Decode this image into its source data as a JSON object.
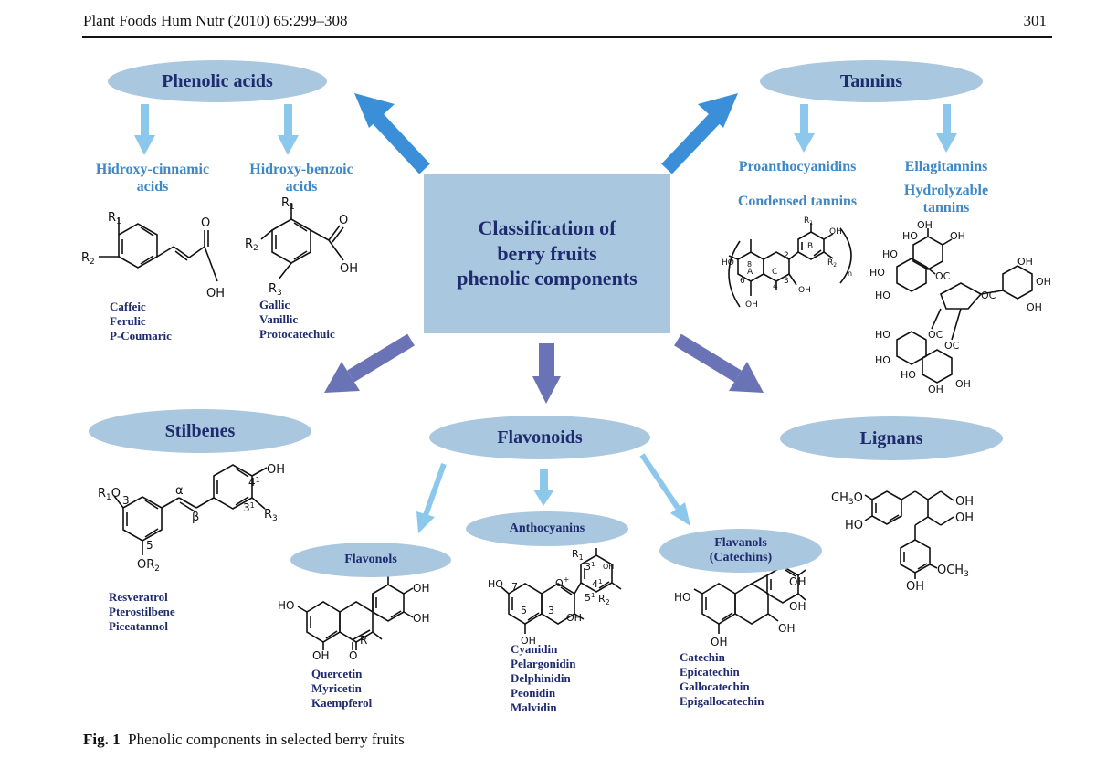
{
  "header": {
    "journal": "Plant Foods Hum Nutr (2010) 65:299–308",
    "page_number": "301"
  },
  "center": {
    "line1": "Classification of",
    "line2": "berry fruits",
    "line3": "phenolic components"
  },
  "categories": {
    "phenolic_acids": "Phenolic acids",
    "tannins": "Tannins",
    "stilbenes": "Stilbenes",
    "flavonoids": "Flavonoids",
    "lignans": "Lignans"
  },
  "subgroups": {
    "hydroxy_cinnamic_line1": "Hidroxy-cinnamic",
    "hydroxy_cinnamic_line2": "acids",
    "hydroxy_benzoic_line1": "Hidroxy-benzoic",
    "hydroxy_benzoic_line2": "acids",
    "proanthocyanidins": "Proanthocyanidins",
    "condensed_tannins": "Condensed tannins",
    "ellagitannins": "Ellagitannins",
    "hydrolyzable_line1": "Hydrolyzable",
    "hydrolyzable_line2": "tannins",
    "flavonols": "Flavonols",
    "anthocyanins": "Anthocyanins",
    "flavanols_line1": "Flavanols",
    "flavanols_line2": "(Catechins)"
  },
  "examples": {
    "cinnamic": [
      "Caffeic",
      "Ferulic",
      "P-Coumaric"
    ],
    "benzoic": [
      "Gallic",
      "Vanillic",
      "Protocatechuic"
    ],
    "stilbenes": [
      "Resveratrol",
      "Pterostilbene",
      "Piceatannol"
    ],
    "flavonols": [
      "Quercetin",
      "Myricetin",
      "Kaempferol"
    ],
    "anthocyanins": [
      "Cyanidin",
      "Pelargonidin",
      "Delphinidin",
      "Peonidin",
      "Malvidin"
    ],
    "catechins": [
      "Catechin",
      "Epicatechin",
      "Gallocatechin",
      "Epigallocatechin"
    ]
  },
  "structure_labels": {
    "r1": "R",
    "r2": "R",
    "r3": "R",
    "sub1": "1",
    "sub2": "2",
    "sub3": "3",
    "oh": "OH",
    "ho": "HO",
    "o": "O",
    "och3": "OCH",
    "ch3o": "CH",
    "oc": "OC",
    "alpha": "α",
    "beta": "β",
    "num3": "3",
    "num5": "5",
    "num41": "4",
    "num31": "3",
    "sup1": "1",
    "num7": "7",
    "num51": "5",
    "ring_a": "A",
    "ring_b": "B",
    "ring_c": "C",
    "n": "n",
    "num6": "6",
    "num8": "8",
    "num2": "2",
    "num4": "4",
    "plus": "+"
  },
  "caption": {
    "label": "Fig. 1",
    "text": "Phenolic components in selected berry fruits"
  },
  "colors": {
    "ellipse_fill": "#a9c7de",
    "title_text": "#1f2b6f",
    "subgroup_text": "#3f88c5",
    "arrow_bright": "#3a8fd8",
    "arrow_light": "#8cc7ec",
    "arrow_dark": "#6a73b6"
  }
}
